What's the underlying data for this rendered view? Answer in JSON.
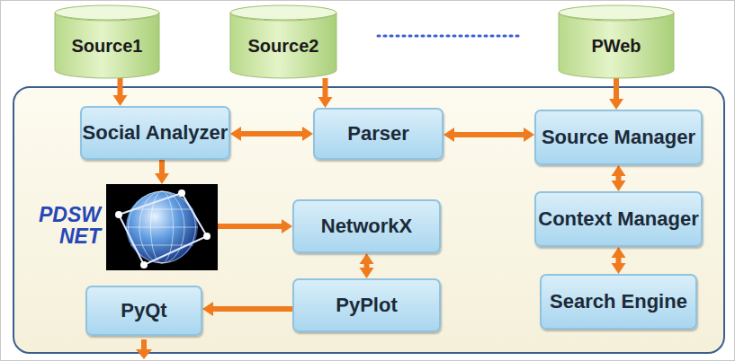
{
  "diagram": {
    "nodes": [
      {
        "text": [
          "Source1"
        ]
      },
      {
        "text": [
          "Source2"
        ]
      },
      {
        "text": [
          "PWeb"
        ]
      },
      {
        "text": [
          "Social Analyzer"
        ]
      },
      {
        "text": [
          "Parser"
        ]
      },
      {
        "text": [
          "Source Manager"
        ]
      },
      {
        "text": [
          "PDSW NET"
        ]
      },
      {
        "text": [
          "NetworkX"
        ]
      },
      {
        "text": [
          "Context Manager"
        ]
      },
      {
        "text": [
          "PyQt"
        ]
      },
      {
        "text": [
          "PyPlot"
        ]
      },
      {
        "text": [
          "Search Engine"
        ]
      }
    ],
    "edges": [
      {
        "from": 0,
        "to": 3,
        "arrow": "to"
      },
      {
        "from": 1,
        "to": 4,
        "arrow": "to"
      },
      {
        "from": 2,
        "to": 5,
        "arrow": "to"
      },
      {
        "from": 3,
        "to": 4,
        "arrow": "both"
      },
      {
        "from": 4,
        "to": 5,
        "arrow": "both"
      },
      {
        "from": 3,
        "to": 6,
        "arrow": "to"
      },
      {
        "from": 6,
        "to": 7,
        "arrow": "to"
      },
      {
        "from": 7,
        "to": 10,
        "arrow": "both"
      },
      {
        "from": 10,
        "to": 9,
        "arrow": "to"
      },
      {
        "from": 5,
        "to": 8,
        "arrow": "both"
      },
      {
        "from": 8,
        "to": 11,
        "arrow": "both"
      }
    ]
  }
}
